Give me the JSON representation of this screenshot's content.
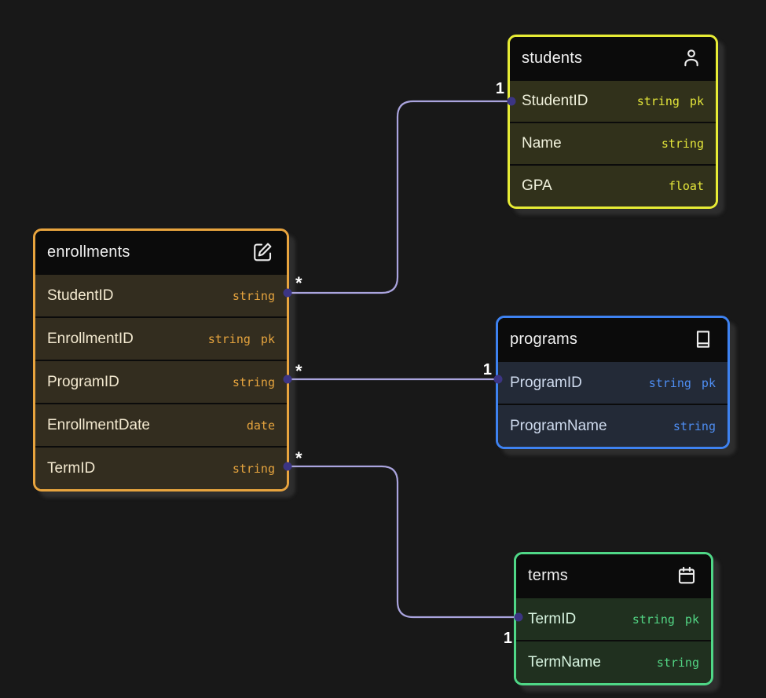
{
  "canvas": {
    "background": "#181818"
  },
  "connector": {
    "line_color": "#aaa4de",
    "dot_color": "#3c3584"
  },
  "tables": [
    {
      "title": "students",
      "icon": "person-icon",
      "accent": "#e7ec35",
      "fields": [
        {
          "name": "StudentID",
          "type": "string pk"
        },
        {
          "name": "Name",
          "type": "string"
        },
        {
          "name": "GPA",
          "type": "float"
        }
      ]
    },
    {
      "title": "enrollments",
      "icon": "edit-icon",
      "accent": "#e8a43e",
      "fields": [
        {
          "name": "StudentID",
          "type": "string"
        },
        {
          "name": "EnrollmentID",
          "type": "string pk"
        },
        {
          "name": "ProgramID",
          "type": "string"
        },
        {
          "name": "EnrollmentDate",
          "type": "date"
        },
        {
          "name": "TermID",
          "type": "string"
        }
      ]
    },
    {
      "title": "programs",
      "icon": "book-icon",
      "accent": "#3e82f1",
      "fields": [
        {
          "name": "ProgramID",
          "type": "string pk"
        },
        {
          "name": "ProgramName",
          "type": "string"
        }
      ]
    },
    {
      "title": "terms",
      "icon": "calendar-icon",
      "accent": "#4fd787",
      "fields": [
        {
          "name": "TermID",
          "type": "string pk"
        },
        {
          "name": "TermName",
          "type": "string"
        }
      ]
    }
  ],
  "relations": [
    {
      "from": "enrollments.StudentID",
      "to": "students.StudentID",
      "from_card": "*",
      "to_card": "1"
    },
    {
      "from": "enrollments.ProgramID",
      "to": "programs.ProgramID",
      "from_card": "*",
      "to_card": "1"
    },
    {
      "from": "enrollments.TermID",
      "to": "terms.TermID",
      "from_card": "*",
      "to_card": "1"
    }
  ]
}
